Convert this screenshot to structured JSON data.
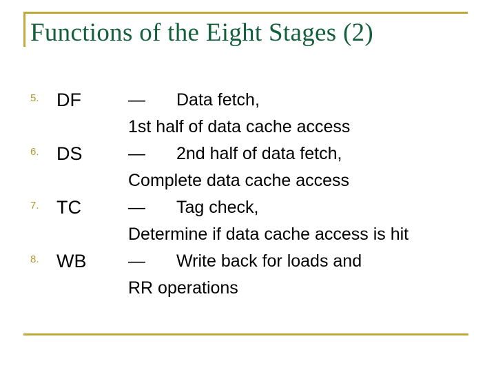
{
  "slide": {
    "title": "Functions of the Eight Stages (2)",
    "accent_color": "#bfa93c",
    "title_color": "#14603c",
    "text_color": "#000000",
    "number_color": "#b09a2e",
    "background_color": "#ffffff",
    "items": [
      {
        "number": "5.",
        "abbr": "DF",
        "dash": "—",
        "line1": "Data fetch,",
        "line2": "1st half of data cache access"
      },
      {
        "number": "6.",
        "abbr": "DS",
        "dash": "—",
        "line1": "2nd half of data fetch,",
        "line2": "Complete data cache access"
      },
      {
        "number": "7.",
        "abbr": "TC",
        "dash": "—",
        "line1": "Tag check,",
        "line2": "Determine if data cache access is hit"
      },
      {
        "number": "8.",
        "abbr": "WB",
        "dash": "—",
        "line1": "Write back for loads and",
        "line2": "RR operations"
      }
    ]
  }
}
